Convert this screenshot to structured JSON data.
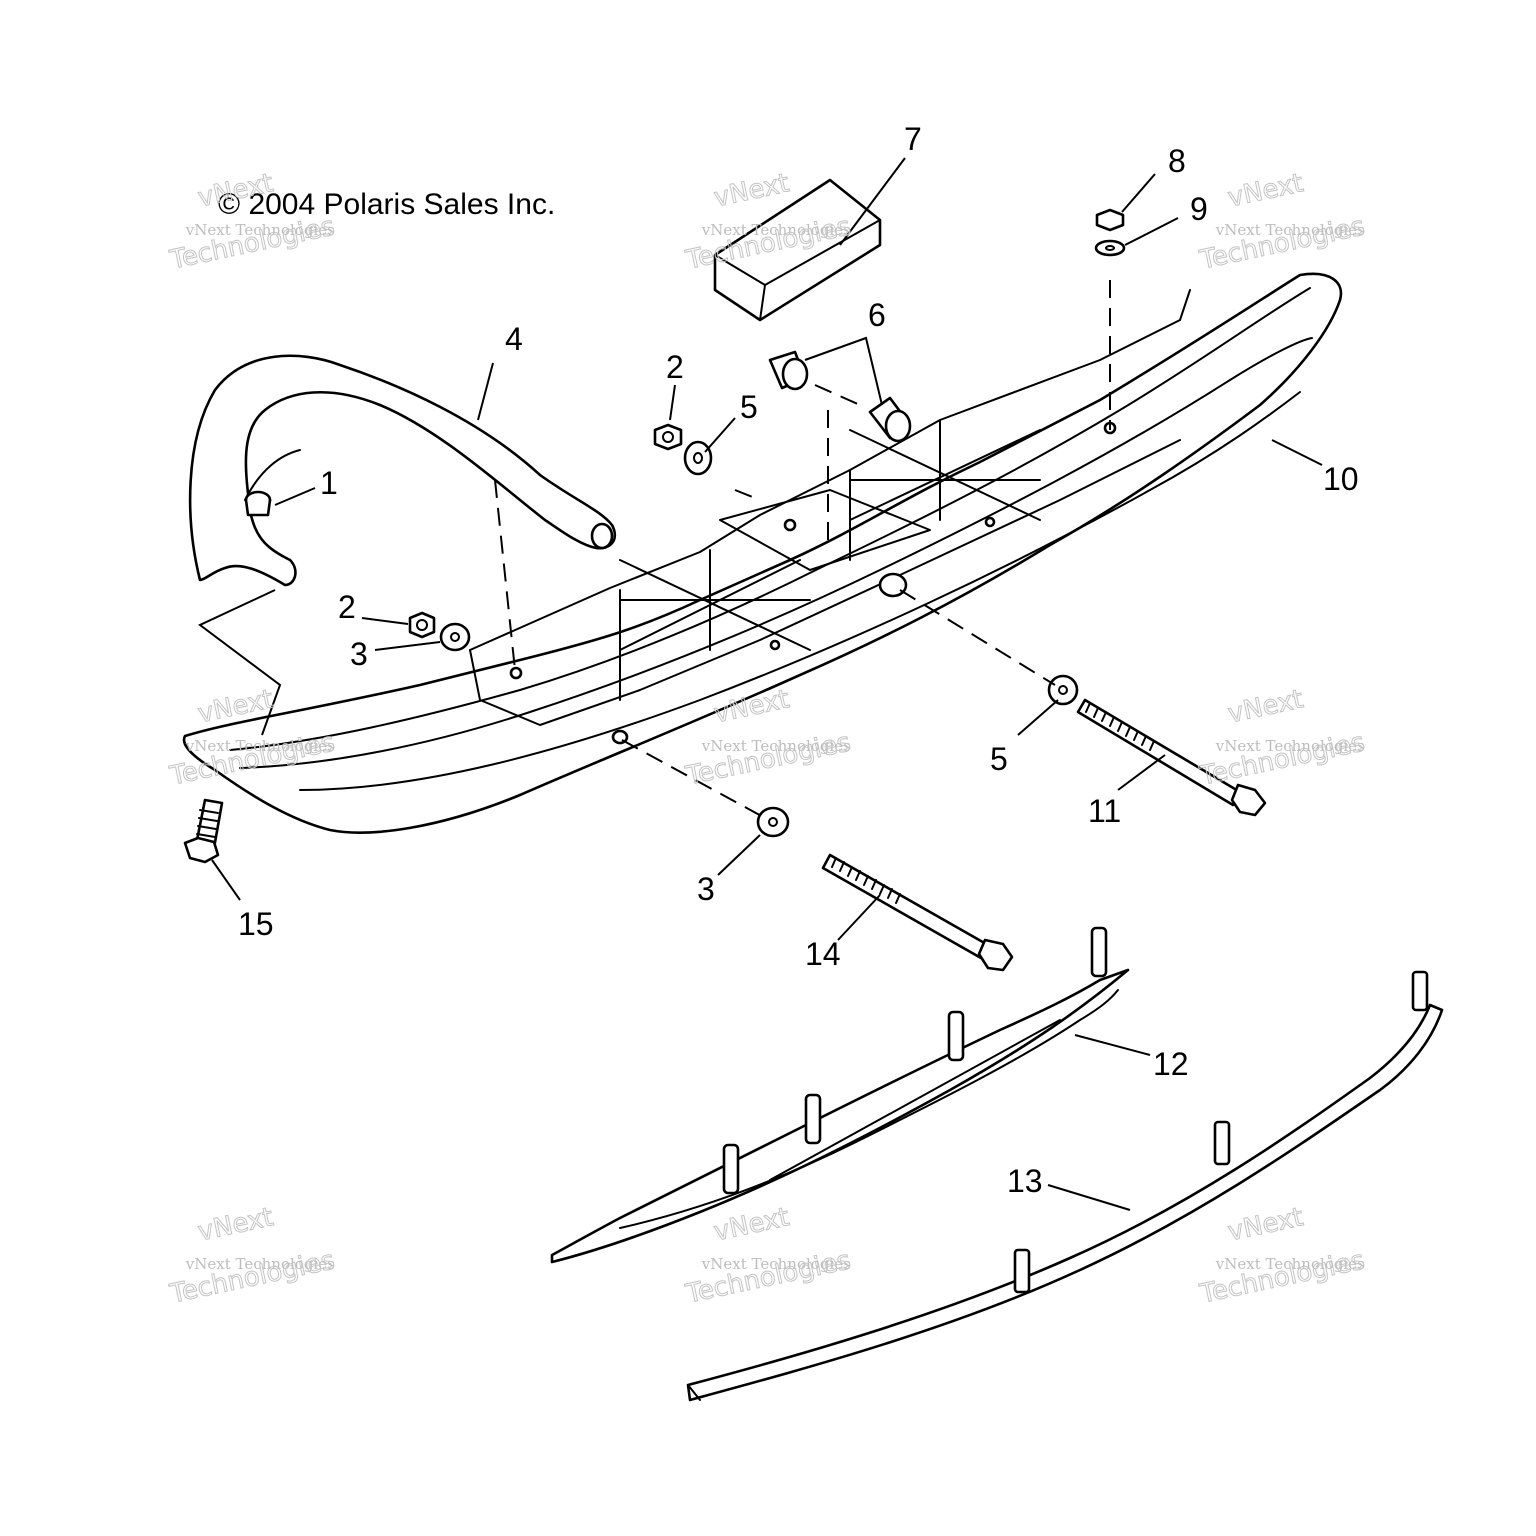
{
  "copyright": "© 2004 Polaris Sales Inc.",
  "watermark": {
    "line_small": "vNext Technologies",
    "line_top": "vNext",
    "line_big": "Technologies"
  },
  "callouts": {
    "c1": "1",
    "c2a": "2",
    "c2b": "2",
    "c3a": "3",
    "c3b": "3",
    "c4": "4",
    "c5a": "5",
    "c5b": "5",
    "c6": "6",
    "c7": "7",
    "c8": "8",
    "c9": "9",
    "c10": "10",
    "c11": "11",
    "c12": "12",
    "c13": "13",
    "c14": "14",
    "c15": "15"
  }
}
